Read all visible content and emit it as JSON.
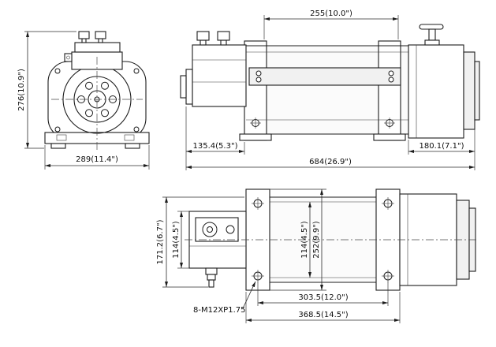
{
  "drawing": {
    "front_view": {
      "height": "276(10.9\")",
      "width": "289(11.4\")"
    },
    "side_view": {
      "drum_length": "255(10.0\")",
      "valve_length": "135.4(5.3\")",
      "overall_length": "684(26.9\")",
      "gear_housing_length": "180.1(7.1\")"
    },
    "top_view": {
      "motor_overall_height": "171.2(6.7\")",
      "motor_body_height": "114(4.5\")",
      "drum_inner_width": "114(4.5\")",
      "mount_plate_width": "252(9.9\")",
      "bolt_hole_spacing": "303.5(12.0\")",
      "mount_overall_length": "368.5(14.5\")",
      "thread_callout": "8-M12XP1.75"
    }
  }
}
